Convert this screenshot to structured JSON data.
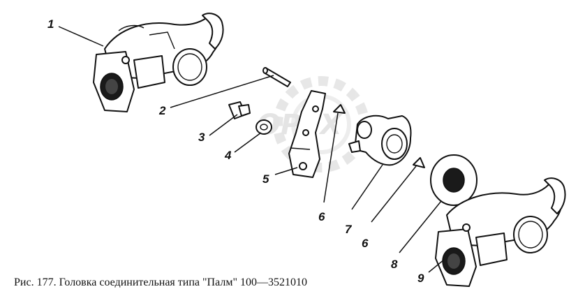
{
  "watermark": "OPEX",
  "callouts": [
    {
      "id": "1",
      "label": "1"
    },
    {
      "id": "2",
      "label": "2"
    },
    {
      "id": "3",
      "label": "3"
    },
    {
      "id": "4",
      "label": "4"
    },
    {
      "id": "5",
      "label": "5"
    },
    {
      "id": "6a",
      "label": "6"
    },
    {
      "id": "7",
      "label": "7"
    },
    {
      "id": "6b",
      "label": "6"
    },
    {
      "id": "8",
      "label": "8"
    },
    {
      "id": "9",
      "label": "9"
    }
  ],
  "caption": "Рис. 177. Головка соединительная типа \"Палм\" 100—3521010"
}
